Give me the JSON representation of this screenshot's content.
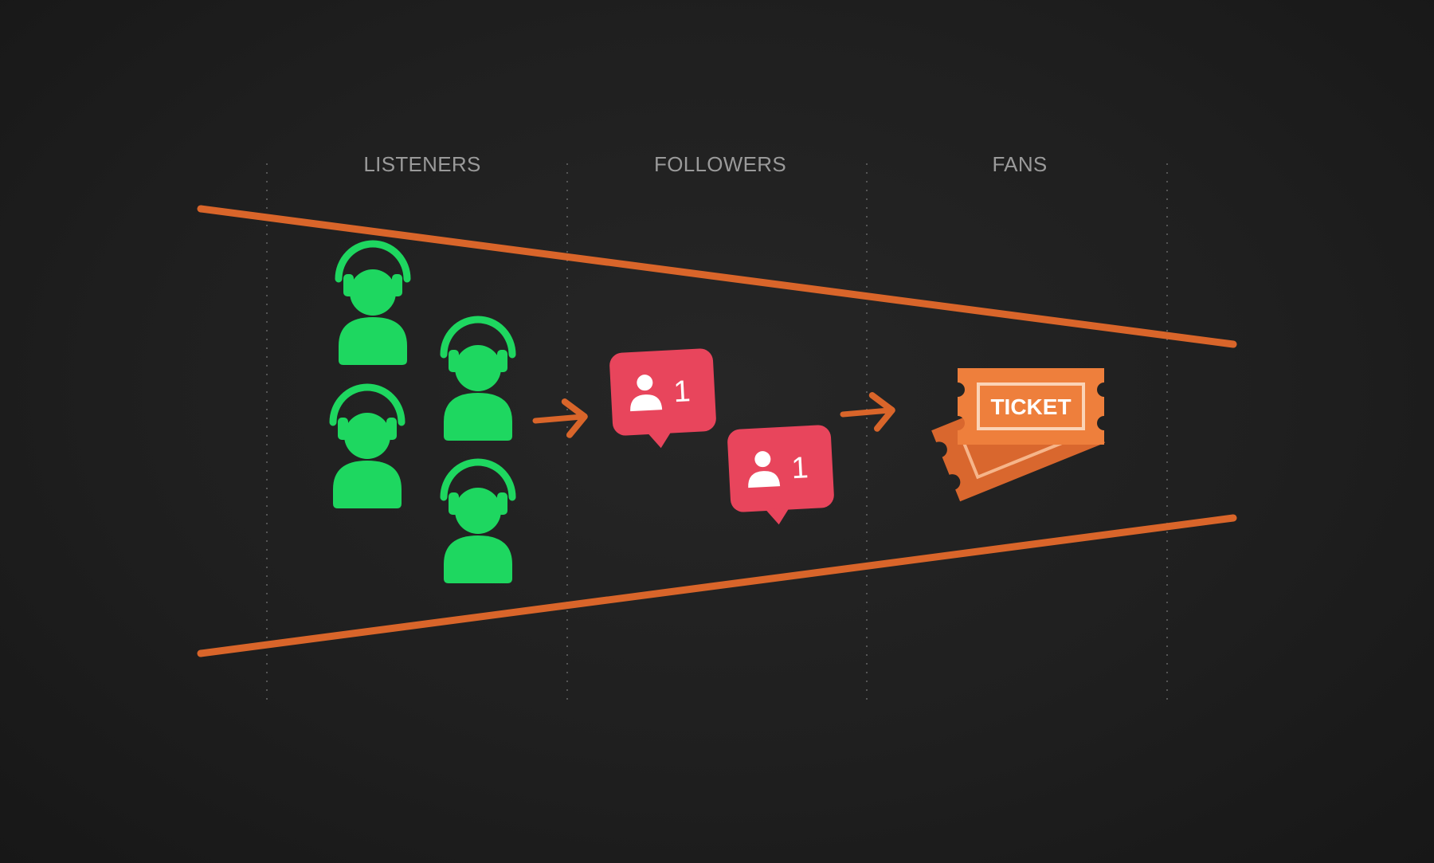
{
  "columns": [
    {
      "label": "LISTENERS"
    },
    {
      "label": "FOLLOWERS"
    },
    {
      "label": "FANS"
    }
  ],
  "followers": {
    "badge_count": "1"
  },
  "fans": {
    "ticket_label": "TICKET"
  },
  "icons": {
    "listener": "headphone-user-icon",
    "follower": "follower-notification-icon",
    "fan": "ticket-icon",
    "arrow": "arrow-right-icon"
  },
  "colors": {
    "background": "#1c1c1c",
    "funnel": "#d9652a",
    "listener": "#1ed760",
    "follower": "#e8455c",
    "ticket": "#ee7f3c",
    "label": "#9a9a9a"
  }
}
